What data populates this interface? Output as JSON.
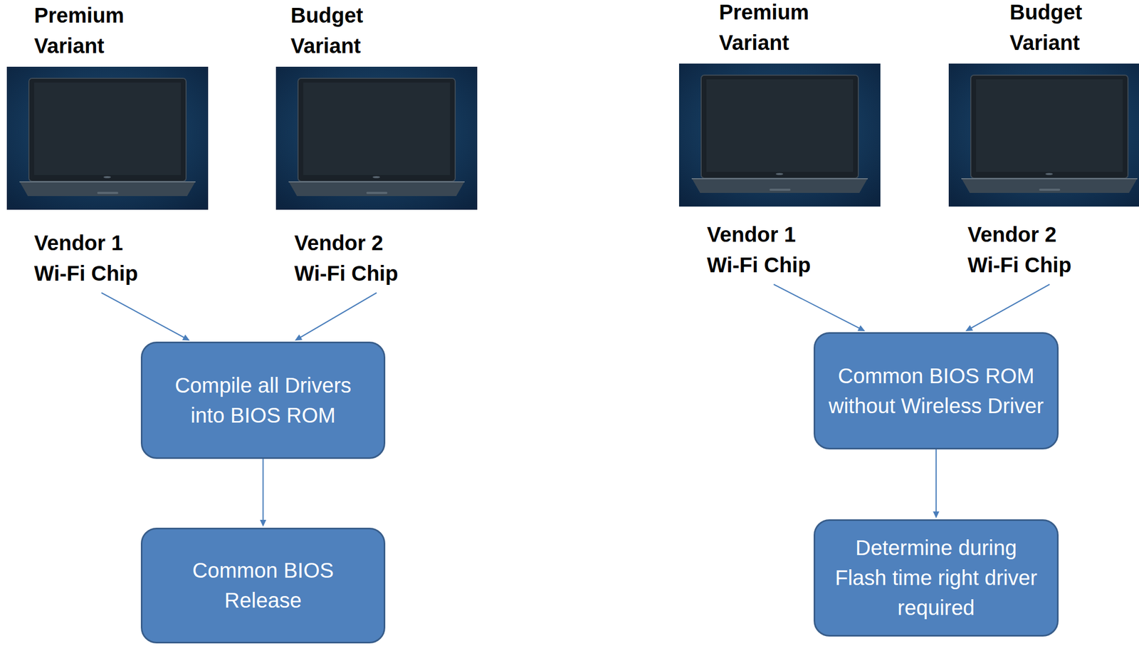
{
  "diagram": {
    "nodes": [
      {
        "text": [
          "Premium Variant",
          "Vendor 1 Wi-Fi Chip"
        ]
      },
      {
        "text": [
          "Budget Variant",
          "Vendor 2 Wi-Fi Chip"
        ]
      },
      {
        "text": [
          "Compile all Drivers into BIOS ROM"
        ]
      },
      {
        "text": [
          "Common BIOS Release"
        ]
      },
      {
        "text": [
          "Premium Variant",
          "Vendor 1 Wi-Fi Chip"
        ]
      },
      {
        "text": [
          "Budget Variant",
          "Vendor 2 Wi-Fi Chip"
        ]
      },
      {
        "text": [
          "Common BIOS ROM without Wireless Driver"
        ]
      },
      {
        "text": [
          "Determine during Flash time right driver required"
        ]
      }
    ],
    "edges": [
      {
        "from": 0,
        "to": 2,
        "arrow": "to"
      },
      {
        "from": 1,
        "to": 2,
        "arrow": "to"
      },
      {
        "from": 2,
        "to": 3,
        "arrow": "to"
      },
      {
        "from": 4,
        "to": 6,
        "arrow": "to"
      },
      {
        "from": 5,
        "to": 6,
        "arrow": "to"
      },
      {
        "from": 6,
        "to": 7,
        "arrow": "to"
      }
    ]
  }
}
